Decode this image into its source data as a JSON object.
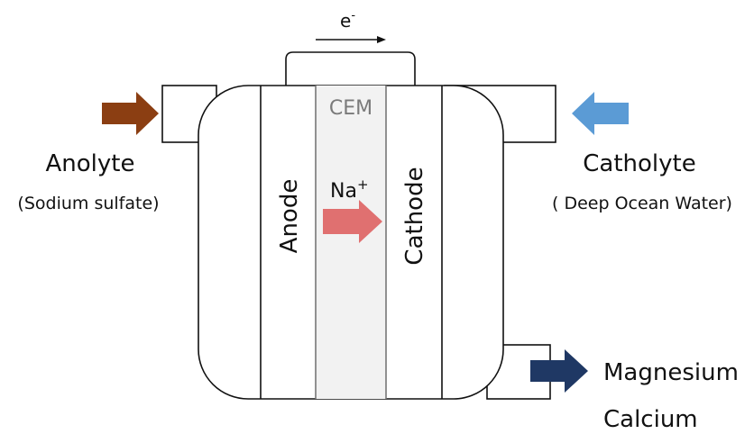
{
  "electron": {
    "label": "e",
    "superscript": "-"
  },
  "membrane": {
    "label": "CEM"
  },
  "electrodes": {
    "anode": "Anode",
    "cathode": "Cathode"
  },
  "ion": {
    "label": "Na",
    "superscript": "+"
  },
  "anolyte": {
    "title": "Anolyte",
    "subtitle": "(Sodium sulfate)"
  },
  "catholyte": {
    "title": "Catholyte",
    "subtitle": "( Deep Ocean Water)"
  },
  "outlet": {
    "line1": "Magnesium",
    "line2": "Calcium"
  },
  "colors": {
    "anolyte_arrow": "#8B3E12",
    "catholyte_arrow": "#5B9BD5",
    "ion_arrow": "#E07070",
    "outlet_arrow": "#1F3864",
    "membrane_fill": "#F2F2F2"
  }
}
